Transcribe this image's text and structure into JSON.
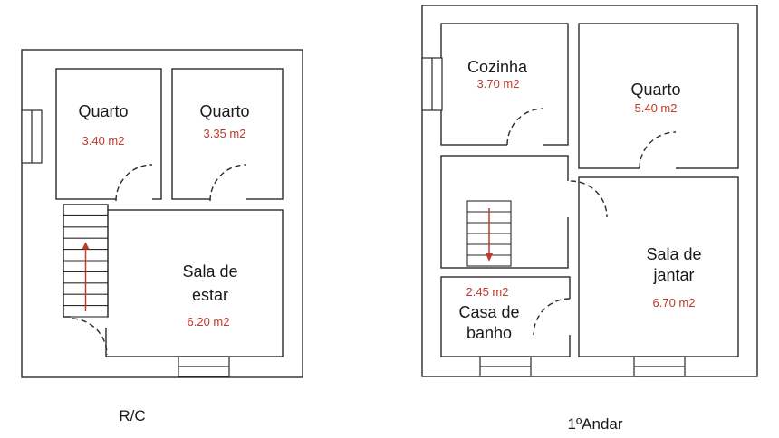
{
  "colors": {
    "wall": "#2a2a2a",
    "area_text": "#c0392b",
    "arrow": "#c0392b"
  },
  "floors": [
    {
      "label": "R/C",
      "rooms": [
        {
          "name": [
            "Quarto"
          ],
          "area": "3.40 m2"
        },
        {
          "name": [
            "Quarto"
          ],
          "area": "3.35 m2"
        },
        {
          "name": [
            "Sala de",
            "estar"
          ],
          "area": "6.20 m2"
        }
      ],
      "stairs": {
        "direction": "up",
        "icon": "stairs-icon"
      }
    },
    {
      "label": "1ºAndar",
      "rooms": [
        {
          "name": [
            "Cozinha"
          ],
          "area": "3.70 m2"
        },
        {
          "name": [
            "Quarto"
          ],
          "area": "5.40 m2"
        },
        {
          "name": [
            "Sala de",
            "jantar"
          ],
          "area": "6.70 m2"
        },
        {
          "name": [
            "Casa de",
            "banho"
          ],
          "area": "2.45 m2"
        }
      ],
      "stairs": {
        "direction": "down",
        "icon": "stairs-icon"
      }
    }
  ]
}
